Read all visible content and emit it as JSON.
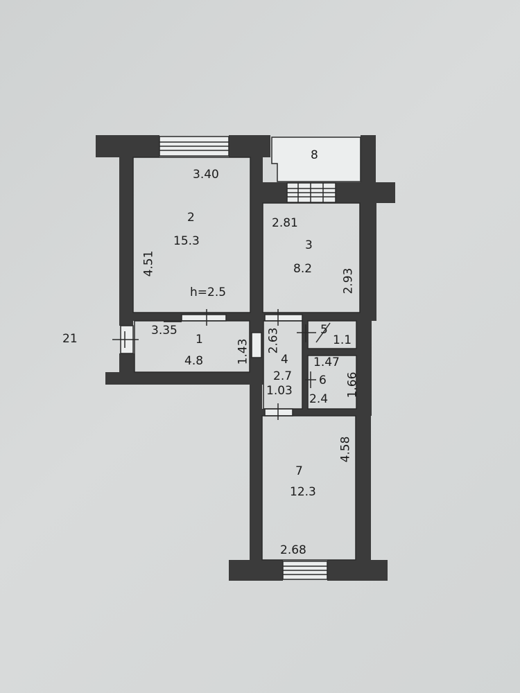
{
  "plan": {
    "building_number": "21",
    "ceiling_height": "h=2.5",
    "rooms": [
      {
        "number": "1",
        "area": "4.8"
      },
      {
        "number": "2",
        "area": "15.3"
      },
      {
        "number": "3",
        "area": "8.2"
      },
      {
        "number": "4",
        "area": "2.7"
      },
      {
        "number": "5",
        "area": "1.1"
      },
      {
        "number": "6",
        "area": "2.4"
      },
      {
        "number": "7",
        "area": "12.3"
      },
      {
        "number": "8",
        "area": ""
      }
    ],
    "dimensions": {
      "room2_width": "3.40",
      "room2_height": "4.51",
      "room3_width": "2.81",
      "room3_height": "2.93",
      "room1_width": "3.35",
      "room1_height": "1.43",
      "room4_height": "2.63",
      "room4_width": "1.03",
      "room6_width": "1.47",
      "room6_height": "1.66",
      "room7_height": "4.58",
      "room7_width": "2.68"
    }
  },
  "colors": {
    "wall": "#3a3a3a",
    "line": "#2a2a2a",
    "background": "#d4d6d6"
  }
}
